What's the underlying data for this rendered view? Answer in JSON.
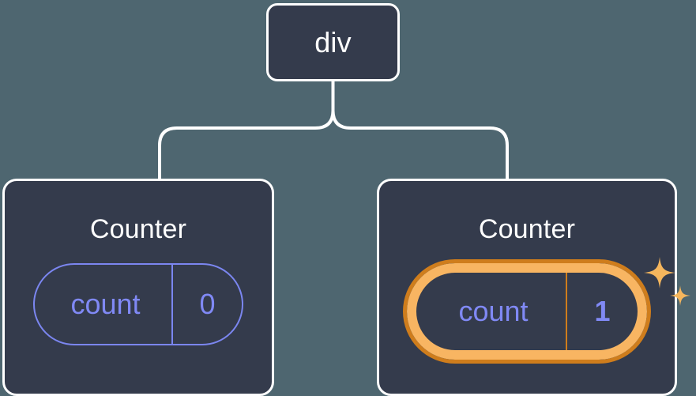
{
  "diagram": {
    "type": "component-tree",
    "background_color": "#4e6670",
    "node_fill_color": "#343b4c",
    "node_border_color": "#ffffff",
    "connector_color": "#ffffff",
    "state_color": "#8089f5",
    "highlight_outer_color": "#cf7d1c",
    "highlight_inner_color": "#f8b562",
    "sparkle_color": "#f5b65d"
  },
  "root": {
    "label": "div"
  },
  "children": [
    {
      "title": "Counter",
      "state": {
        "key": "count",
        "value": "0"
      },
      "highlighted": false
    },
    {
      "title": "Counter",
      "state": {
        "key": "count",
        "value": "1"
      },
      "highlighted": true,
      "sparkle_icons": [
        "sparkle-large-icon",
        "sparkle-small-icon"
      ]
    }
  ]
}
